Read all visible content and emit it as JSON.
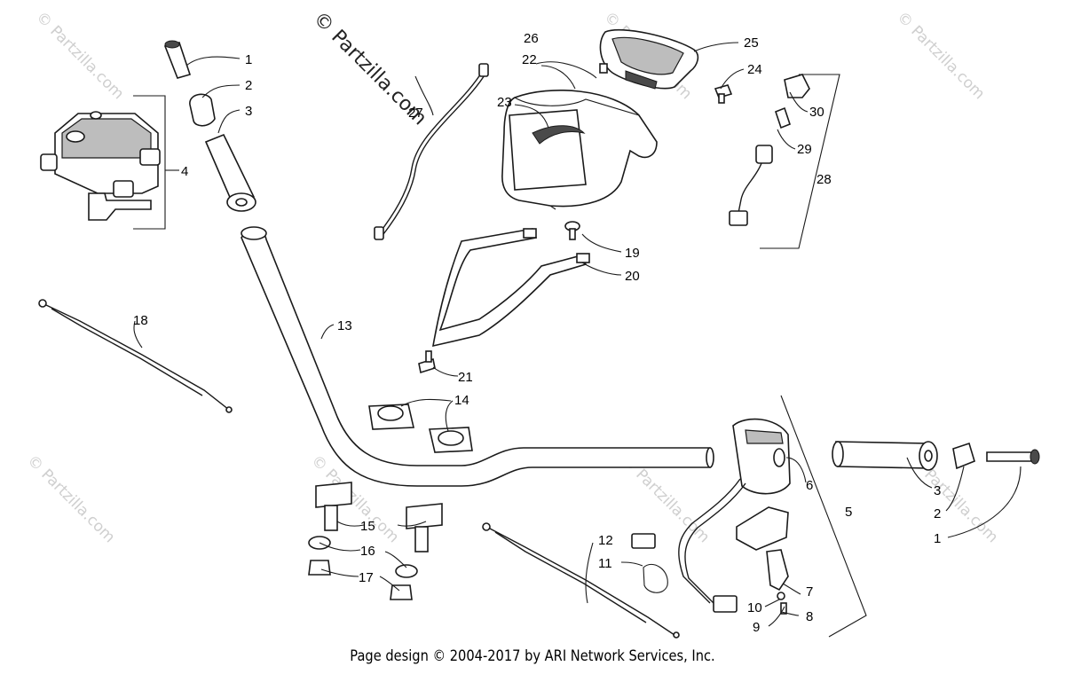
{
  "watermark": {
    "main_text": "© Partzilla.com",
    "repeat_text": "© Partzilla.com"
  },
  "callouts": {
    "c1a": "1",
    "c2a": "2",
    "c3a": "3",
    "c4": "4",
    "c5": "5",
    "c6": "6",
    "c7": "7",
    "c8": "8",
    "c9": "9",
    "c10": "10",
    "c11": "11",
    "c12": "12",
    "c13": "13",
    "c14": "14",
    "c15": "15",
    "c16": "16",
    "c17": "17",
    "c18": "18",
    "c19": "19",
    "c20": "20",
    "c21": "21",
    "c22": "22",
    "c23": "23",
    "c24": "24",
    "c25": "25",
    "c26": "26",
    "c27": "27",
    "c28": "28",
    "c29": "29",
    "c30": "30",
    "c1b": "1",
    "c2b": "2",
    "c3b": "3"
  },
  "footer": {
    "text": "Page design © 2004-2017 by ARI Network Services, Inc."
  }
}
